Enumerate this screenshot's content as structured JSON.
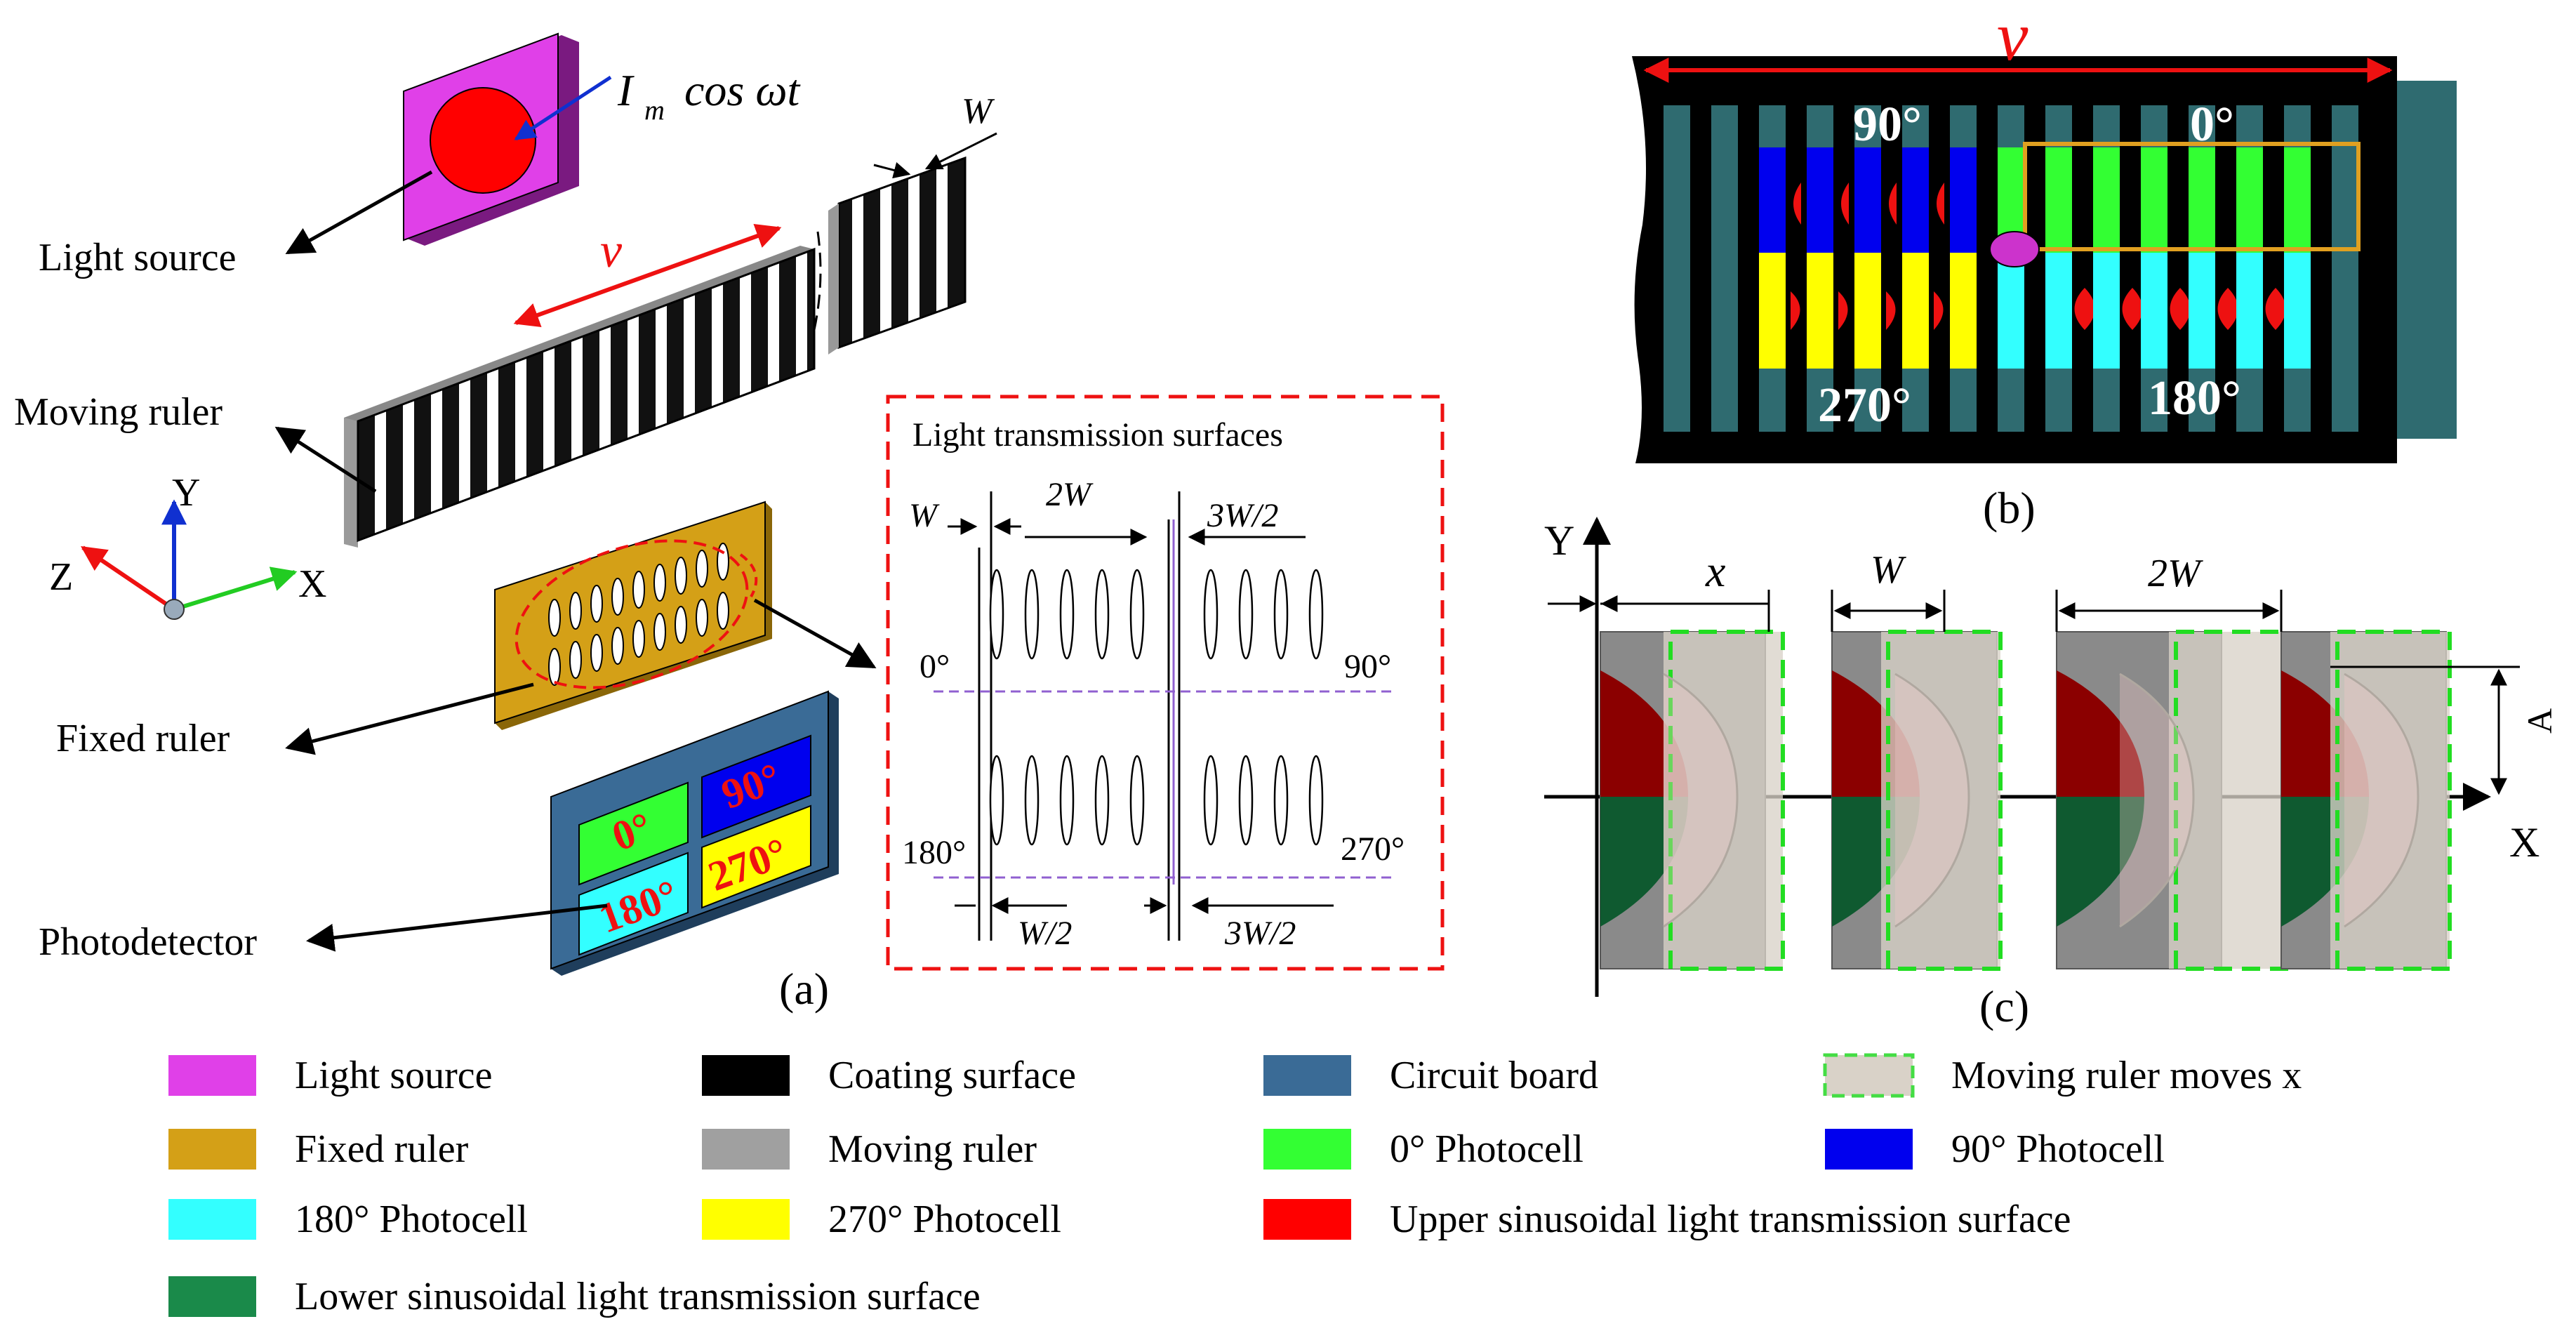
{
  "panel_a": {
    "caption": "(a)",
    "formula_main": "I",
    "formula_sub": "m",
    "formula_rest": "cos ωt",
    "labels": {
      "light_source": "Light source",
      "moving_ruler": "Moving ruler",
      "fixed_ruler": "Fixed ruler",
      "photodetector": "Photodetector",
      "velocity": "v",
      "pitch": "W"
    },
    "axes": {
      "x": "X",
      "y": "Y",
      "z": "Z"
    },
    "photodetector_cells": [
      "0°",
      "90°",
      "180°",
      "270°"
    ],
    "inset": {
      "title": "Light transmission surfaces",
      "dims": {
        "w": "W",
        "two_w": "2W",
        "three_w_half_top": "3W/2",
        "w_half": "W/2",
        "three_w_half_bottom": "3W/2"
      },
      "phases": {
        "p0": "0°",
        "p90": "90°",
        "p180": "180°",
        "p270": "270°"
      }
    }
  },
  "panel_b": {
    "caption": "(b)",
    "velocity": "v",
    "phases": {
      "p90": "90°",
      "p0": "0°",
      "p270": "270°",
      "p180": "180°"
    }
  },
  "panel_c": {
    "caption": "(c)",
    "axis_x": "X",
    "axis_y": "Y",
    "dims": [
      "x",
      "W",
      "2W"
    ],
    "amplitude": "A"
  },
  "legend": [
    {
      "label": "Light source",
      "color": "#e040e8"
    },
    {
      "label": "Coating surface",
      "color": "#000000"
    },
    {
      "label": "Circuit board",
      "color": "#3a6b96"
    },
    {
      "label": "Moving ruler moves x",
      "color": "#d9d2c8"
    },
    {
      "label": "Fixed ruler",
      "color": "#d4a017"
    },
    {
      "label": "Moving ruler",
      "color": "#a0a0a0"
    },
    {
      "label": "0° Photocell",
      "color": "#33ff33"
    },
    {
      "label": "90° Photocell",
      "color": "#0000ee"
    },
    {
      "label": "180° Photocell",
      "color": "#33ffff"
    },
    {
      "label": "270° Photocell",
      "color": "#ffff00"
    },
    {
      "label": "Upper sinusoidal  light transmission  surface",
      "color": "#ff0000"
    },
    {
      "label": "Lower sinusoidal light transmission  surface",
      "color": "#1a8a4a"
    }
  ]
}
